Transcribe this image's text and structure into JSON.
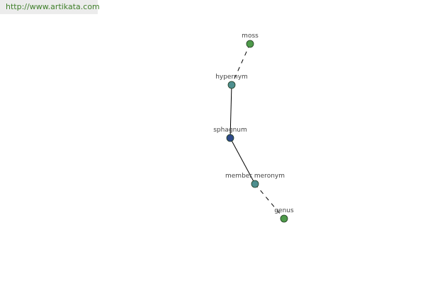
{
  "source_url": "http://www.artikata.com",
  "colors": {
    "url_text": "#3f7f2a",
    "url_background": "#ececec",
    "edge": "#000000",
    "node_outline": "#1f3a1f"
  },
  "graph": {
    "nodes": [
      {
        "id": "moss",
        "label": "moss",
        "role": "leaf",
        "color": "#4e9a4a"
      },
      {
        "id": "hypernym",
        "label": "hypernym",
        "role": "relation",
        "color": "#4e8f8f"
      },
      {
        "id": "sphagnum",
        "label": "sphagnum",
        "role": "center",
        "color": "#2e4a8a"
      },
      {
        "id": "member-meronym",
        "label": "member meronym",
        "role": "relation",
        "color": "#4e8f8f"
      },
      {
        "id": "genus",
        "label": "genus",
        "role": "leaf",
        "color": "#4e9a4a"
      }
    ],
    "edges": [
      {
        "from": "moss",
        "to": "hypernym",
        "style": "dashed"
      },
      {
        "from": "hypernym",
        "to": "sphagnum",
        "style": "solid"
      },
      {
        "from": "sphagnum",
        "to": "member-meronym",
        "style": "solid"
      },
      {
        "from": "member-meronym",
        "to": "genus",
        "style": "dashed"
      }
    ]
  }
}
